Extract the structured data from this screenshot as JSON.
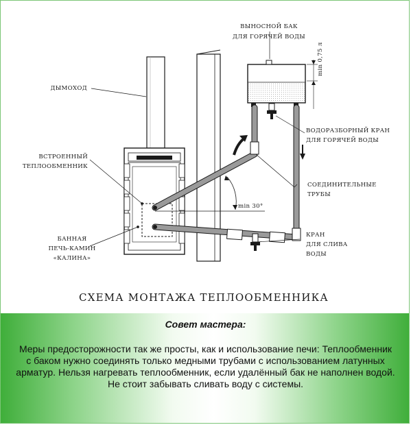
{
  "diagram": {
    "title": "СХЕМА МОНТАЖА ТЕПЛООБМЕННИКА",
    "labels": {
      "tank_line1": "ВЫНОСНОЙ БАК",
      "tank_line2": "ДЛЯ ГОРЯЧЕЙ ВОДЫ",
      "min_level": "min 0,75 л",
      "chimney": "ДЫМОХОД",
      "heat_exchanger_line1": "ВСТРОЕННЫЙ",
      "heat_exchanger_line2": "ТЕПЛООБМЕННИК",
      "hot_tap_line1": "ВОДОРАЗБОРНЫЙ КРАН",
      "hot_tap_line2": "ДЛЯ ГОРЯЧЕЙ ВОДЫ",
      "pipes_line1": "СОЕДИНИТЕЛЬНЫЕ",
      "pipes_line2": "ТРУБЫ",
      "angle": "min 30°",
      "stove_line1": "БАННАЯ",
      "stove_line2": "ПЕЧЬ-КАМИН",
      "stove_line3": "«КАЛИНА»",
      "drain_line1": "КРАН",
      "drain_line2": "ДЛЯ СЛИВА",
      "drain_line3": "ВОДЫ"
    }
  },
  "tip": {
    "heading": "Совет мастера:",
    "body": "Меры предосторожности так же просты, как и использование печи: Теплообменник с баком нужно соединять только медными трубами с использованием латунных арматур. Нельзя нагревать теплообменник, если удалённый бак не наполнен водой. Не стоит забывать сливать воду с системы."
  },
  "colors": {
    "frame": "#7cc576",
    "gradient_edge": "#3fae3a",
    "pipe": "#9a9a9a",
    "ink": "#1a1a1a"
  }
}
